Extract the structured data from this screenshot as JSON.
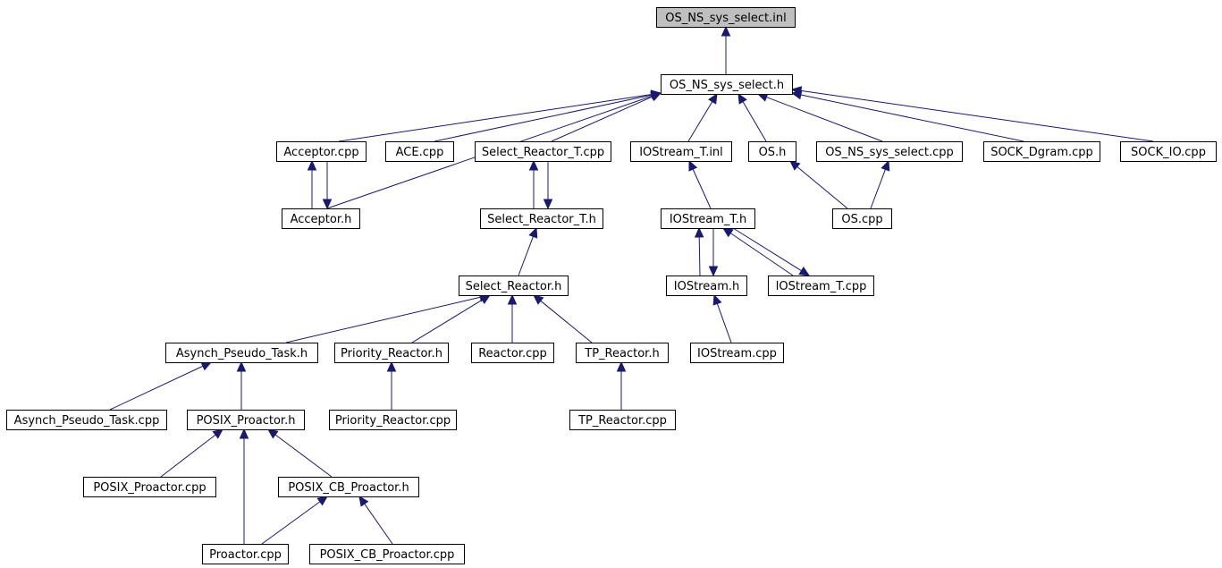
{
  "diagram": {
    "nodes": [
      {
        "id": "n_inl",
        "label": "OS_NS_sys_select.inl",
        "root": true
      },
      {
        "id": "n_h",
        "label": "OS_NS_sys_select.h"
      },
      {
        "id": "n_acc_cpp",
        "label": "Acceptor.cpp"
      },
      {
        "id": "n_ace",
        "label": "ACE.cpp"
      },
      {
        "id": "n_srt_cpp",
        "label": "Select_Reactor_T.cpp"
      },
      {
        "id": "n_iost_inl",
        "label": "IOStream_T.inl"
      },
      {
        "id": "n_os_h",
        "label": "OS.h"
      },
      {
        "id": "n_nss_cpp",
        "label": "OS_NS_sys_select.cpp"
      },
      {
        "id": "n_sockd",
        "label": "SOCK_Dgram.cpp"
      },
      {
        "id": "n_sockio",
        "label": "SOCK_IO.cpp"
      },
      {
        "id": "n_acc_h",
        "label": "Acceptor.h"
      },
      {
        "id": "n_srt_h",
        "label": "Select_Reactor_T.h"
      },
      {
        "id": "n_iost_h",
        "label": "IOStream_T.h"
      },
      {
        "id": "n_os_cpp",
        "label": "OS.cpp"
      },
      {
        "id": "n_sr_h",
        "label": "Select_Reactor.h"
      },
      {
        "id": "n_ios_h",
        "label": "IOStream.h"
      },
      {
        "id": "n_iost_cpp",
        "label": "IOStream_T.cpp"
      },
      {
        "id": "n_apt_h",
        "label": "Asynch_Pseudo_Task.h"
      },
      {
        "id": "n_pr_h",
        "label": "Priority_Reactor.h"
      },
      {
        "id": "n_react_cpp",
        "label": "Reactor.cpp"
      },
      {
        "id": "n_tp_h",
        "label": "TP_Reactor.h"
      },
      {
        "id": "n_ios_cpp",
        "label": "IOStream.cpp"
      },
      {
        "id": "n_apt_cpp",
        "label": "Asynch_Pseudo_Task.cpp"
      },
      {
        "id": "n_pp_h",
        "label": "POSIX_Proactor.h"
      },
      {
        "id": "n_pr_cpp",
        "label": "Priority_Reactor.cpp"
      },
      {
        "id": "n_tp_cpp",
        "label": "TP_Reactor.cpp"
      },
      {
        "id": "n_pp_cpp",
        "label": "POSIX_Proactor.cpp"
      },
      {
        "id": "n_pcb_h",
        "label": "POSIX_CB_Proactor.h"
      },
      {
        "id": "n_pro_cpp",
        "label": "Proactor.cpp"
      },
      {
        "id": "n_pcb_cpp",
        "label": "POSIX_CB_Proactor.cpp"
      }
    ],
    "edges": [
      {
        "from": "n_h",
        "to": "n_inl"
      },
      {
        "from": "n_acc_cpp",
        "to": "n_h"
      },
      {
        "from": "n_acc_h",
        "to": "n_h"
      },
      {
        "from": "n_ace",
        "to": "n_h"
      },
      {
        "from": "n_srt_cpp",
        "to": "n_h"
      },
      {
        "from": "n_iost_inl",
        "to": "n_h"
      },
      {
        "from": "n_os_h",
        "to": "n_h"
      },
      {
        "from": "n_nss_cpp",
        "to": "n_h"
      },
      {
        "from": "n_sockd",
        "to": "n_h"
      },
      {
        "from": "n_sockio",
        "to": "n_h"
      },
      {
        "from": "n_acc_h",
        "to": "n_acc_cpp"
      },
      {
        "from": "n_acc_cpp",
        "to": "n_acc_h"
      },
      {
        "from": "n_srt_h",
        "to": "n_srt_cpp"
      },
      {
        "from": "n_srt_cpp",
        "to": "n_srt_h"
      },
      {
        "from": "n_iost_h",
        "to": "n_iost_inl"
      },
      {
        "from": "n_os_cpp",
        "to": "n_os_h"
      },
      {
        "from": "n_os_cpp",
        "to": "n_nss_cpp"
      },
      {
        "from": "n_sr_h",
        "to": "n_srt_h"
      },
      {
        "from": "n_ios_h",
        "to": "n_iost_h"
      },
      {
        "from": "n_iost_h",
        "to": "n_ios_h"
      },
      {
        "from": "n_iost_cpp",
        "to": "n_iost_h"
      },
      {
        "from": "n_iost_h",
        "to": "n_iost_cpp"
      },
      {
        "from": "n_ios_cpp",
        "to": "n_ios_h"
      },
      {
        "from": "n_apt_h",
        "to": "n_sr_h"
      },
      {
        "from": "n_pr_h",
        "to": "n_sr_h"
      },
      {
        "from": "n_react_cpp",
        "to": "n_sr_h"
      },
      {
        "from": "n_tp_h",
        "to": "n_sr_h"
      },
      {
        "from": "n_apt_cpp",
        "to": "n_apt_h"
      },
      {
        "from": "n_pp_h",
        "to": "n_apt_h"
      },
      {
        "from": "n_pr_cpp",
        "to": "n_pr_h"
      },
      {
        "from": "n_tp_cpp",
        "to": "n_tp_h"
      },
      {
        "from": "n_pp_cpp",
        "to": "n_pp_h"
      },
      {
        "from": "n_pcb_h",
        "to": "n_pp_h"
      },
      {
        "from": "n_pro_cpp",
        "to": "n_pp_h"
      },
      {
        "from": "n_pro_cpp",
        "to": "n_pcb_h"
      },
      {
        "from": "n_pcb_cpp",
        "to": "n_pcb_h"
      }
    ]
  },
  "colors": {
    "edge": "#191970",
    "root_fill": "#bfbfbf",
    "node_fill": "#ffffff",
    "border": "#000000"
  }
}
